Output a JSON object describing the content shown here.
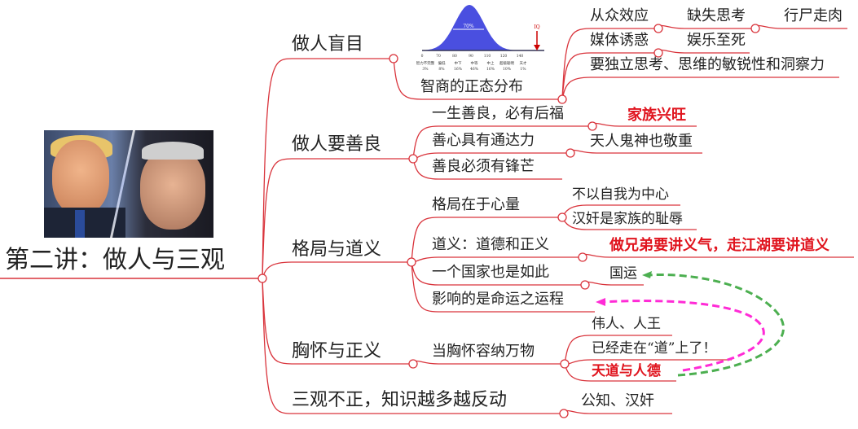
{
  "root": {
    "label": "第二讲：做人与三观"
  },
  "branches": {
    "b1": {
      "label": "做人盲目",
      "child": "智商的正态分布",
      "g1": "从众效应",
      "g1a": "缺失思考",
      "g1b": "行尸走肉",
      "g2": "媒体诱惑",
      "g2a": "娱乐至死",
      "g3": "要独立思考、思维的敏锐性和洞察力"
    },
    "b2": {
      "label": "做人要善良",
      "c1": "一生善良，必有后福",
      "c1a": "家族兴旺",
      "c2": "善心具有通达力",
      "c2a": "天人鬼神也敬重",
      "c3": "善良必须有锋芒"
    },
    "b3": {
      "label": "格局与道义",
      "c1": "格局在于心量",
      "c1a": "不以自我为中心",
      "c1b": "汉奸是家族的耻辱",
      "c2": "道义：道德和正义",
      "c2a": "做兄弟要讲义气，走江湖要讲道义",
      "c3": "一个国家也是如此",
      "c3a": "国运",
      "c4": "影响的是命运之运程"
    },
    "b4": {
      "label": "胸怀与正义",
      "c1": "当胸怀容纳万物",
      "c1a": "伟人、人王",
      "c1b": "已经走在“道”上了！",
      "c1c": "天道与人德"
    },
    "b5": {
      "label": "三观不正，知识越多越反动",
      "c1": "公知、汉奸"
    }
  },
  "colors": {
    "line": "#d9343c",
    "red_text": "#e0141e",
    "green_dash": "#4caf50",
    "magenta_dash": "#ff2bd6",
    "curve_fill": "#4a4fe0"
  },
  "chart_data": {
    "type": "area",
    "title": "",
    "center_label": "70%",
    "marker_label": "IQ",
    "x_ticks": [
      "0",
      "70",
      "80",
      "90",
      "110",
      "120",
      "140"
    ],
    "categories": [
      "智力不完整",
      "偏低",
      "中下",
      "中等",
      "中上",
      "超级聪明",
      "天才"
    ],
    "percents": [
      "3%",
      "8%",
      "16%",
      "46%",
      "16%",
      "10%",
      "1%"
    ],
    "mean": 100,
    "sd": 15,
    "xlim": [
      0,
      160
    ]
  }
}
